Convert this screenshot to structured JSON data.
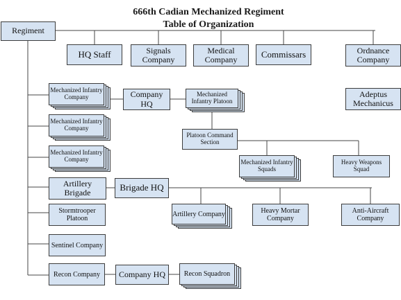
{
  "title": {
    "line1": "666th Cadian Mechanized Regiment",
    "line2": "Table of Organization"
  },
  "colors": {
    "box_fill": "#d6e3f2",
    "border": "#3c3c3c",
    "line": "#444444"
  },
  "nodes": {
    "regiment": "Regiment",
    "hq_staff": "HQ Staff",
    "signals": "Signals Company",
    "medical": "Medical Company",
    "commissars": "Commissars",
    "ordnance": "Ordnance Company",
    "adeptus": "Adeptus Mechanicus",
    "mech_inf_1": "Mechanized Infantry Company",
    "mech_inf_2": "Mechanized Infantry Company",
    "mech_inf_3": "Mechanized Infantry Company",
    "company_hq_1": "Company HQ",
    "mech_inf_platoon": "Mechanized Infantry Platoon",
    "platoon_cmd": "Platoon Command Section",
    "mech_inf_squads": "Mechanized Infantry Squads",
    "heavy_weapons": "Heavy Weapons Squad",
    "artillery_brigade": "Artillery Brigade",
    "brigade_hq": "Brigade HQ",
    "artillery_company": "Artillery Company",
    "heavy_mortar": "Heavy Mortar Company",
    "anti_aircraft": "Anti-Aircraft Company",
    "stormtrooper": "Stormtrooper Platoon",
    "sentinel": "Sentinel Company",
    "recon_company": "Recon Company",
    "company_hq_2": "Company HQ",
    "recon_squadron": "Recon Squadron"
  }
}
